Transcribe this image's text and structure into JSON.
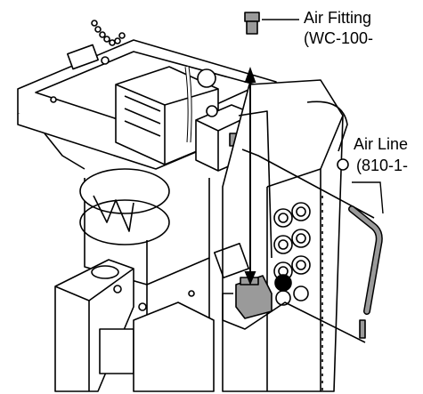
{
  "callouts": {
    "air_fitting": {
      "name": "Air Fitting",
      "part": "(WC-100-"
    },
    "air_line": {
      "name": "Air Line",
      "part": "(810-1-"
    }
  },
  "colors": {
    "line": "#000000",
    "part_fill": "#9a9a9a",
    "body_fill": "#ffffff"
  }
}
